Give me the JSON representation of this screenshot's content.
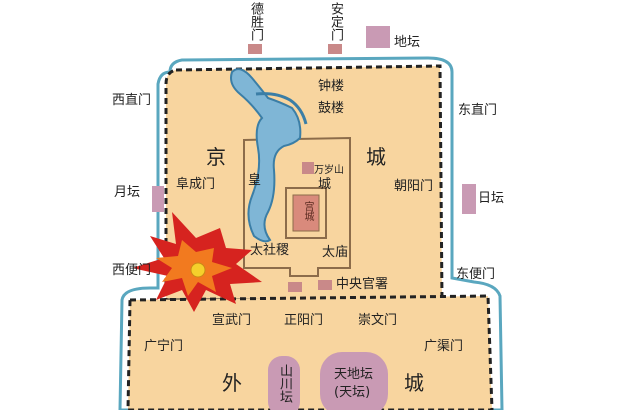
{
  "map": {
    "north_gates": [
      "德胜门",
      "安定门"
    ],
    "altars": {
      "di": "地坛",
      "ri": "日坛",
      "yue": "月坛",
      "tiandi": "天地坛",
      "tiandi_sub": "(天坛)",
      "shanchuan": "山川坛"
    },
    "gates": {
      "xizhi": "西直门",
      "dongzhi": "东直门",
      "fucheng": "阜成门",
      "chaoyang": "朝阳门",
      "xibian": "西便门",
      "dongbian": "东便门",
      "xuanwu": "宣武门",
      "zhengyang": "正阳门",
      "chongwen": "崇文门",
      "guangning": "广宁门",
      "guangqu": "广渠门"
    },
    "inner_city": {
      "char1": "京",
      "char2": "城",
      "huang1": "皇",
      "huang2": "城",
      "gongcheng": "宫城",
      "wansui": "万岁山",
      "zhonglou": "钟楼",
      "gulou": "鼓楼",
      "taisheji": "太社稷",
      "taimiao": "太庙",
      "zhongyang": "中央官署"
    },
    "outer_city": {
      "char1": "外",
      "char2": "城"
    },
    "colors": {
      "city": "#f8d59f",
      "wall": "#222222",
      "moat": "#5aa7bf",
      "water": "#7fb6d6",
      "building": "#c98989",
      "altar": "#c99ab4",
      "explosion_outer": "#d6231f",
      "explosion_mid": "#f27a1f",
      "explosion_core": "#f5d02b"
    }
  }
}
